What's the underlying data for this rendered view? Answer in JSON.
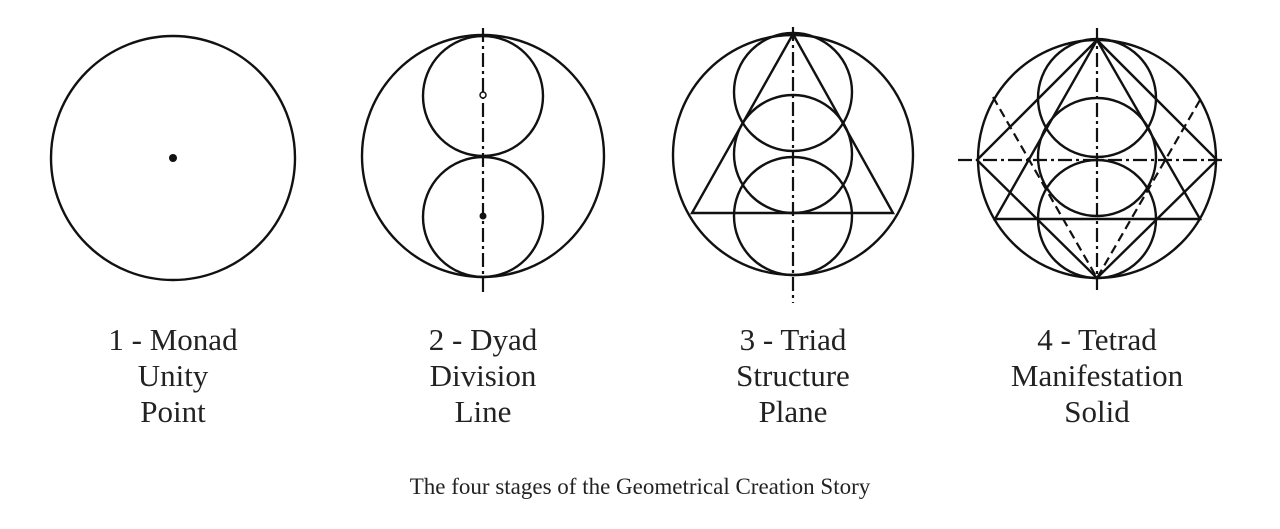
{
  "stages": [
    {
      "lines": [
        "1 - Monad",
        "Unity",
        "Point"
      ]
    },
    {
      "lines": [
        "2 - Dyad",
        "Division",
        "Line"
      ]
    },
    {
      "lines": [
        "3 - Triad",
        "Structure",
        "Plane"
      ]
    },
    {
      "lines": [
        "4 - Tetrad",
        "Manifestation",
        "Solid"
      ]
    }
  ],
  "caption": "The four stages of the Geometrical Creation Story"
}
